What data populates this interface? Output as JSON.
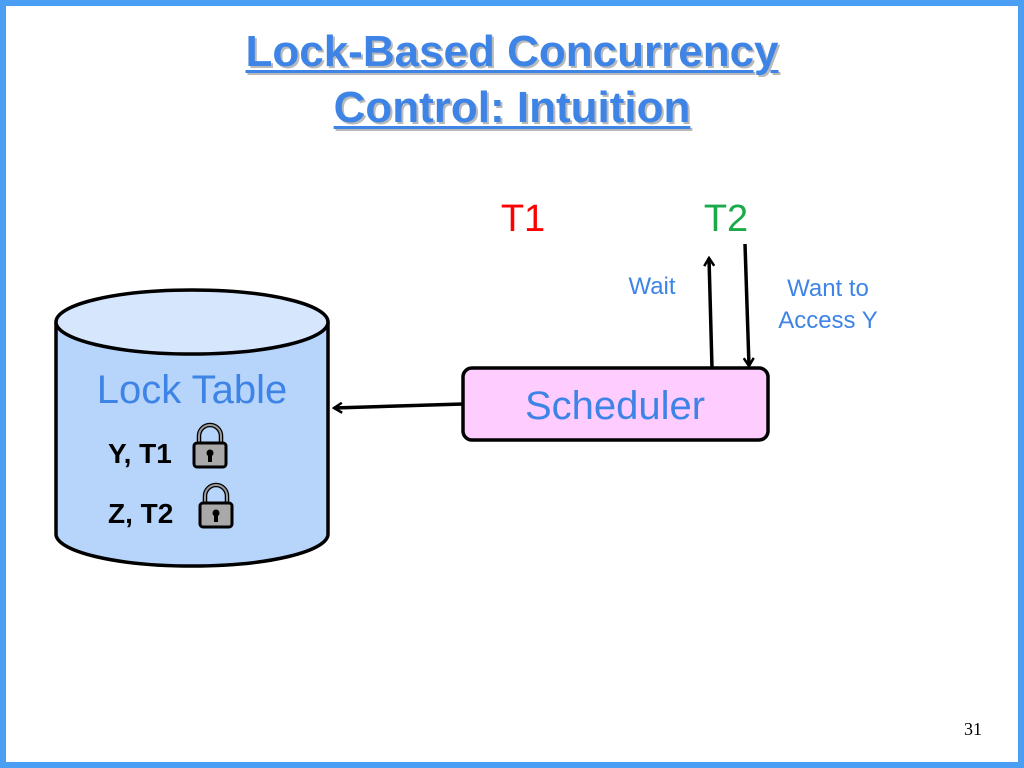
{
  "slide": {
    "title_line1": "Lock-Based Concurrency",
    "title_line2": "Control: Intuition",
    "page_number": "31"
  },
  "diagram": {
    "t1_label": "T1",
    "t2_label": "T2",
    "wait_label": "Wait",
    "want_line1": "Want to",
    "want_line2": "Access Y",
    "scheduler_label": "Scheduler",
    "lock_table_label": "Lock Table",
    "locks": [
      {
        "entry": "Y, T1",
        "icon": "padlock-icon"
      },
      {
        "entry": "Z, T2",
        "icon": "padlock-icon"
      }
    ]
  },
  "colors": {
    "border": "#4a9ff5",
    "title": "#3d84e6",
    "t1": "#ff0000",
    "t2": "#1aaa4a",
    "scheduler_fill": "#ffccff",
    "cylinder_fill": "#b7d4fb",
    "cylinder_top": "#d5e6fd"
  }
}
